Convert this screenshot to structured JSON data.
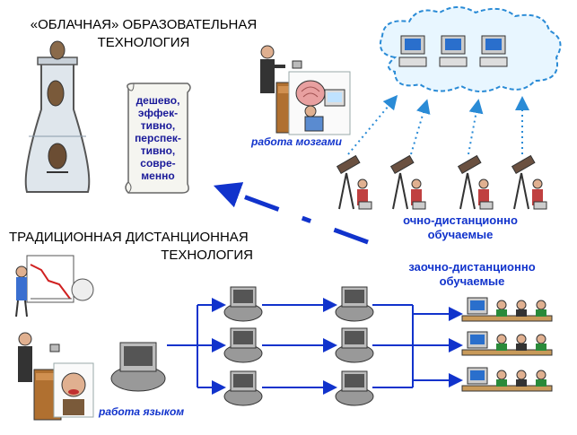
{
  "cloud_tech": {
    "title_line1": "«ОБЛАЧНАЯ» ОБРАЗОВАТЕЛЬНАЯ",
    "title_line2": "ТЕХНОЛОГИЯ"
  },
  "benefits": [
    "дешево,",
    "эффек-",
    "тивно,",
    "перспек-",
    "тивно,",
    "совре-",
    "менно"
  ],
  "brain_work": "работа мозгами",
  "traditional_tech": {
    "title_line1": "ТРАДИЦИОННАЯ ДИСТАНЦИОННАЯ",
    "title_line2": "ТЕХНОЛОГИЯ"
  },
  "full_distance": {
    "line1": "очно-дистанционно",
    "line2": "обучаемые"
  },
  "correspondence": {
    "line1": "заочно-дистанционно",
    "line2": "обучаемые"
  },
  "tongue_work": "работа языком",
  "colors": {
    "arrow_blue": "#1133cc",
    "cloud_fill": "#e8f6ff",
    "cloud_border": "#2a8bd6"
  }
}
